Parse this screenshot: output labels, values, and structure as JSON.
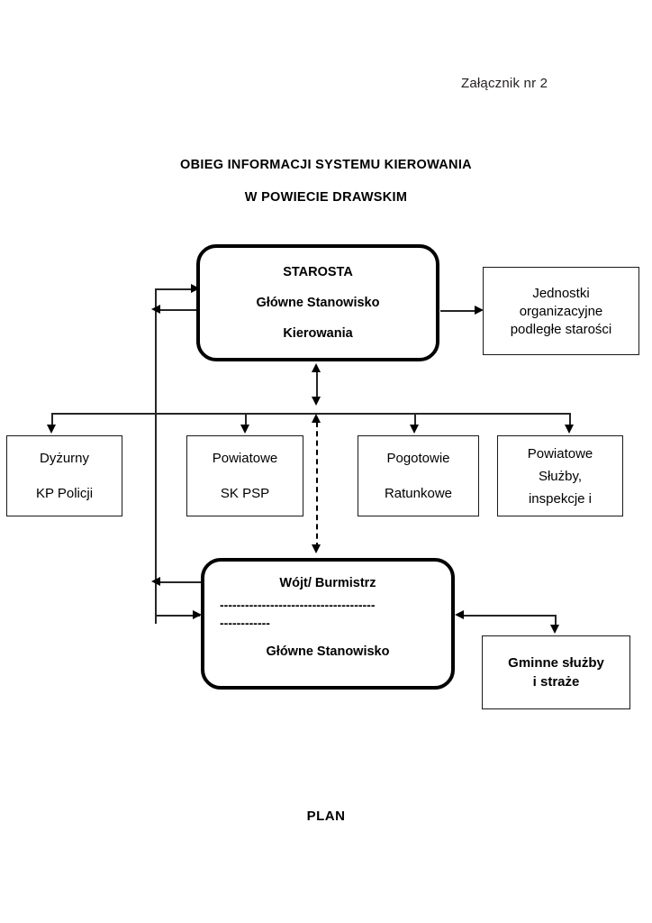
{
  "document": {
    "annex_label": "Załącznik nr 2",
    "title_line_1": "OBIEG INFORMACJI SYSTEMU KIEROWANIA",
    "title_line_2": "W POWIECIE DRAWSKIM",
    "footer_label": "PLAN"
  },
  "nodes": {
    "starosta": {
      "line1": "STAROSTA",
      "line2": "Główne Stanowisko",
      "line3": "Kierowania"
    },
    "jednostki": {
      "line1": "Jednostki",
      "line2": "organizacyjne",
      "line3": "podległe starości"
    },
    "dyzurny": {
      "line1": "Dyżurny",
      "line2": "KP Policji"
    },
    "powiatowe_psp": {
      "line1": "Powiatowe",
      "line2": "SK PSP"
    },
    "pogotowie": {
      "line1": "Pogotowie",
      "line2": "Ratunkowe"
    },
    "sluzby": {
      "line1": "Powiatowe",
      "line2": "Służby,",
      "line3": "inspekcje  i"
    },
    "wojt": {
      "line1": "Wójt/ Burmistrz",
      "divider1": "-------------------------------------",
      "divider2": "------------",
      "line2": "Główne Stanowisko"
    },
    "gminne": {
      "line1": "Gminne służby",
      "line2": "i straże"
    }
  },
  "colors": {
    "ink": "#000000",
    "line": "#262626",
    "paper": "#ffffff"
  },
  "chart_data": {
    "type": "diagram",
    "title": "OBIEG INFORMACJI SYSTEMU KIEROWANIA W POWIECIE DRAWSKIM",
    "nodes": [
      {
        "id": "starosta",
        "label": "STAROSTA / Główne Stanowisko Kierowania",
        "style": "thick-rounded"
      },
      {
        "id": "jednostki",
        "label": "Jednostki organizacyjne podległe starości",
        "style": "thin-rect"
      },
      {
        "id": "dyzurny",
        "label": "Dyżurny KP Policji",
        "style": "thin-rect"
      },
      {
        "id": "powiatowe_psp",
        "label": "Powiatowe SK PSP",
        "style": "thin-rect"
      },
      {
        "id": "pogotowie",
        "label": "Pogotowie Ratunkowe",
        "style": "thin-rect"
      },
      {
        "id": "sluzby",
        "label": "Powiatowe Służby, inspekcje i",
        "style": "thin-rect"
      },
      {
        "id": "wojt",
        "label": "Wójt/ Burmistrz — Główne Stanowisko",
        "style": "thick-rounded"
      },
      {
        "id": "gminne",
        "label": "Gminne służby i straże",
        "style": "thin-rect"
      }
    ],
    "edges": [
      {
        "from": "starosta",
        "to": "jednostki",
        "style": "solid",
        "arrow": "single"
      },
      {
        "from": "starosta",
        "to": "dyzurny",
        "style": "solid",
        "arrow": "single"
      },
      {
        "from": "starosta",
        "to": "powiatowe_psp",
        "style": "solid",
        "arrow": "single"
      },
      {
        "from": "starosta",
        "to": "pogotowie",
        "style": "solid",
        "arrow": "single"
      },
      {
        "from": "starosta",
        "to": "sluzby",
        "style": "solid",
        "arrow": "single"
      },
      {
        "from": "starosta",
        "to": "wojt",
        "style": "dashed",
        "arrow": "double"
      },
      {
        "from": "wojt",
        "to": "starosta",
        "style": "solid",
        "arrow": "double"
      },
      {
        "from": "wojt",
        "to": "gminne",
        "style": "solid",
        "arrow": "single"
      }
    ]
  }
}
